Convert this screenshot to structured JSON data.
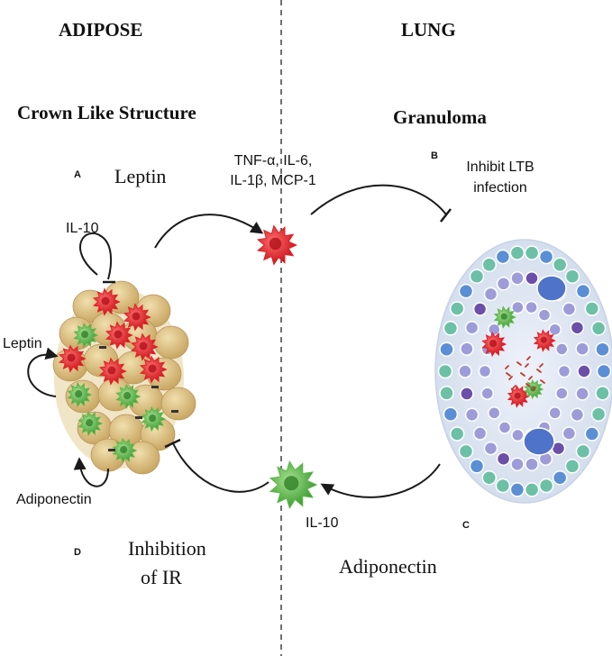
{
  "headers": {
    "adipose": "ADIPOSE",
    "lung": "LUNG"
  },
  "subtitles": {
    "crown": "Crown Like Structure",
    "granuloma": "Granuloma"
  },
  "panel_letters": {
    "a": "A",
    "b": "B",
    "c": "C",
    "d": "D"
  },
  "labels": {
    "leptin_top": "Leptin",
    "cytokines_line1": "TNF-α, IL-6,",
    "cytokines_line2": "IL-1β, MCP-1",
    "inhibit_line1": "Inhibit LTB",
    "inhibit_line2": "infection",
    "il10_top": "IL-10",
    "leptin_side": "Leptin",
    "adiponectin_side": "Adiponectin",
    "il10_bottom": "IL-10",
    "inhibition_line1": "Inhibition",
    "inhibition_line2": "of IR",
    "adiponectin_bottom": "Adiponectin"
  },
  "colors": {
    "red_cell": "#e02027",
    "green_cell": "#5cb84a",
    "adipocyte": "#dcc184",
    "granuloma_bg": "#dde6f2",
    "teal_cell": "#6cc0a6",
    "blue_cell": "#5a8fd6",
    "lavender_cell": "#9d9cd9",
    "purple_cell": "#6b4fa8"
  }
}
